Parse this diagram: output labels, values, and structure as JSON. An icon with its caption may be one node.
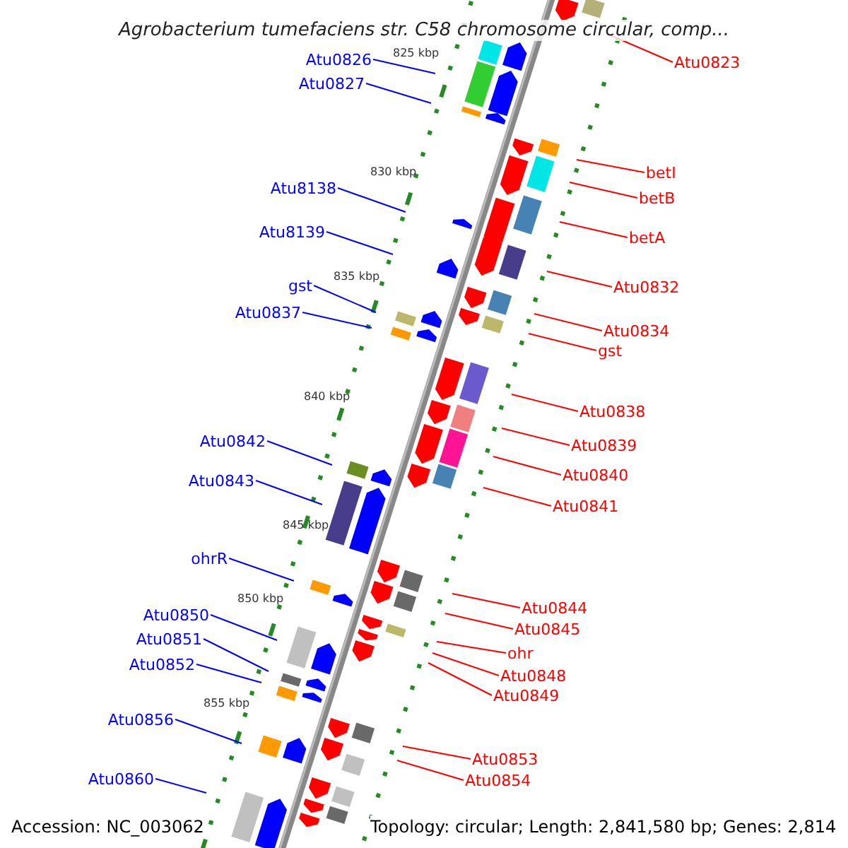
{
  "diagram": {
    "title": "Agrobacterium tumefaciens str. C58 chromosome circular, comp...",
    "nodes": [
      {
        "text": [
          "Atu0823"
        ]
      },
      {
        "text": [
          "Atu0826"
        ]
      },
      {
        "text": [
          "Atu0827"
        ]
      },
      {
        "text": [
          "betI"
        ]
      },
      {
        "text": [
          "Atu8138"
        ]
      },
      {
        "text": [
          "betB"
        ]
      },
      {
        "text": [
          "Atu8139"
        ]
      },
      {
        "text": [
          "betA"
        ]
      },
      {
        "text": [
          "gst"
        ]
      },
      {
        "text": [
          "Atu0832"
        ]
      },
      {
        "text": [
          "Atu0837"
        ]
      },
      {
        "text": [
          "Atu0834"
        ]
      },
      {
        "text": [
          "gst"
        ]
      },
      {
        "text": [
          "Atu0838"
        ]
      },
      {
        "text": [
          "Atu0842"
        ]
      },
      {
        "text": [
          "Atu0839"
        ]
      },
      {
        "text": [
          "Atu0840"
        ]
      },
      {
        "text": [
          "Atu0843"
        ]
      },
      {
        "text": [
          "Atu0841"
        ]
      },
      {
        "text": [
          "ohrR"
        ]
      },
      {
        "text": [
          "Atu0844"
        ]
      },
      {
        "text": [
          "Atu0850"
        ]
      },
      {
        "text": [
          "Atu0845"
        ]
      },
      {
        "text": [
          "Atu0851"
        ]
      },
      {
        "text": [
          "ohr"
        ]
      },
      {
        "text": [
          "Atu0852"
        ]
      },
      {
        "text": [
          "Atu0848"
        ]
      },
      {
        "text": [
          "Atu0849"
        ]
      },
      {
        "text": [
          "Atu0856"
        ]
      },
      {
        "text": [
          "Atu0853"
        ]
      },
      {
        "text": [
          "Atu0854"
        ]
      },
      {
        "text": [
          "Atu0860"
        ]
      }
    ],
    "edges": [
      {
        "from": 0,
        "to": null,
        "arrow": "none"
      },
      {
        "from": 1,
        "to": null,
        "arrow": "none",
        "color": "#0000ff"
      },
      {
        "from": 2,
        "to": null,
        "arrow": "none",
        "color": "#0000ff"
      },
      {
        "from": 3,
        "to": null,
        "arrow": "none"
      },
      {
        "from": 4,
        "to": null,
        "arrow": "none",
        "color": "#0000ff"
      },
      {
        "from": 5,
        "to": null,
        "arrow": "none"
      },
      {
        "from": 6,
        "to": null,
        "arrow": "none",
        "color": "#0000ff"
      },
      {
        "from": 7,
        "to": null,
        "arrow": "none"
      },
      {
        "from": 8,
        "to": null,
        "arrow": "none",
        "color": "#0000ff"
      },
      {
        "from": 9,
        "to": null,
        "arrow": "none"
      },
      {
        "from": 10,
        "to": null,
        "arrow": "none",
        "color": "#0000ff"
      },
      {
        "from": 11,
        "to": null,
        "arrow": "none"
      },
      {
        "from": 12,
        "to": null,
        "arrow": "none"
      },
      {
        "from": 13,
        "to": null,
        "arrow": "none"
      },
      {
        "from": 14,
        "to": null,
        "arrow": "none",
        "color": "#0000ff"
      },
      {
        "from": 15,
        "to": null,
        "arrow": "none"
      },
      {
        "from": 16,
        "to": null,
        "arrow": "none"
      },
      {
        "from": 17,
        "to": null,
        "arrow": "none",
        "color": "#0000ff"
      },
      {
        "from": 18,
        "to": null,
        "arrow": "none"
      },
      {
        "from": 19,
        "to": null,
        "arrow": "none",
        "color": "#0000ff"
      },
      {
        "from": 20,
        "to": null,
        "arrow": "none"
      },
      {
        "from": 21,
        "to": null,
        "arrow": "none",
        "color": "#0000ff"
      },
      {
        "from": 22,
        "to": null,
        "arrow": "none"
      },
      {
        "from": 23,
        "to": null,
        "arrow": "none",
        "color": "#0000ff"
      },
      {
        "from": 24,
        "to": null,
        "arrow": "none"
      },
      {
        "from": 25,
        "to": null,
        "arrow": "none",
        "color": "#0000ff"
      },
      {
        "from": 26,
        "to": null,
        "arrow": "none"
      },
      {
        "from": 27,
        "to": null,
        "arrow": "none"
      },
      {
        "from": 28,
        "to": null,
        "arrow": "none",
        "color": "#0000ff"
      },
      {
        "from": 29,
        "to": null,
        "arrow": "none"
      },
      {
        "from": 30,
        "to": null,
        "arrow": "none"
      },
      {
        "from": 31,
        "to": null,
        "arrow": "none",
        "color": "#0000ff"
      }
    ],
    "labels": [
      "825 kbp",
      "830 kbp",
      "835 kbp",
      "840 kbp",
      "845 kbp",
      "850 kbp",
      "855 kbp",
      "Accession: NC_003062",
      "Topology: circular; Length: 2,841,580 bp; Genes: 2,814"
    ]
  }
}
